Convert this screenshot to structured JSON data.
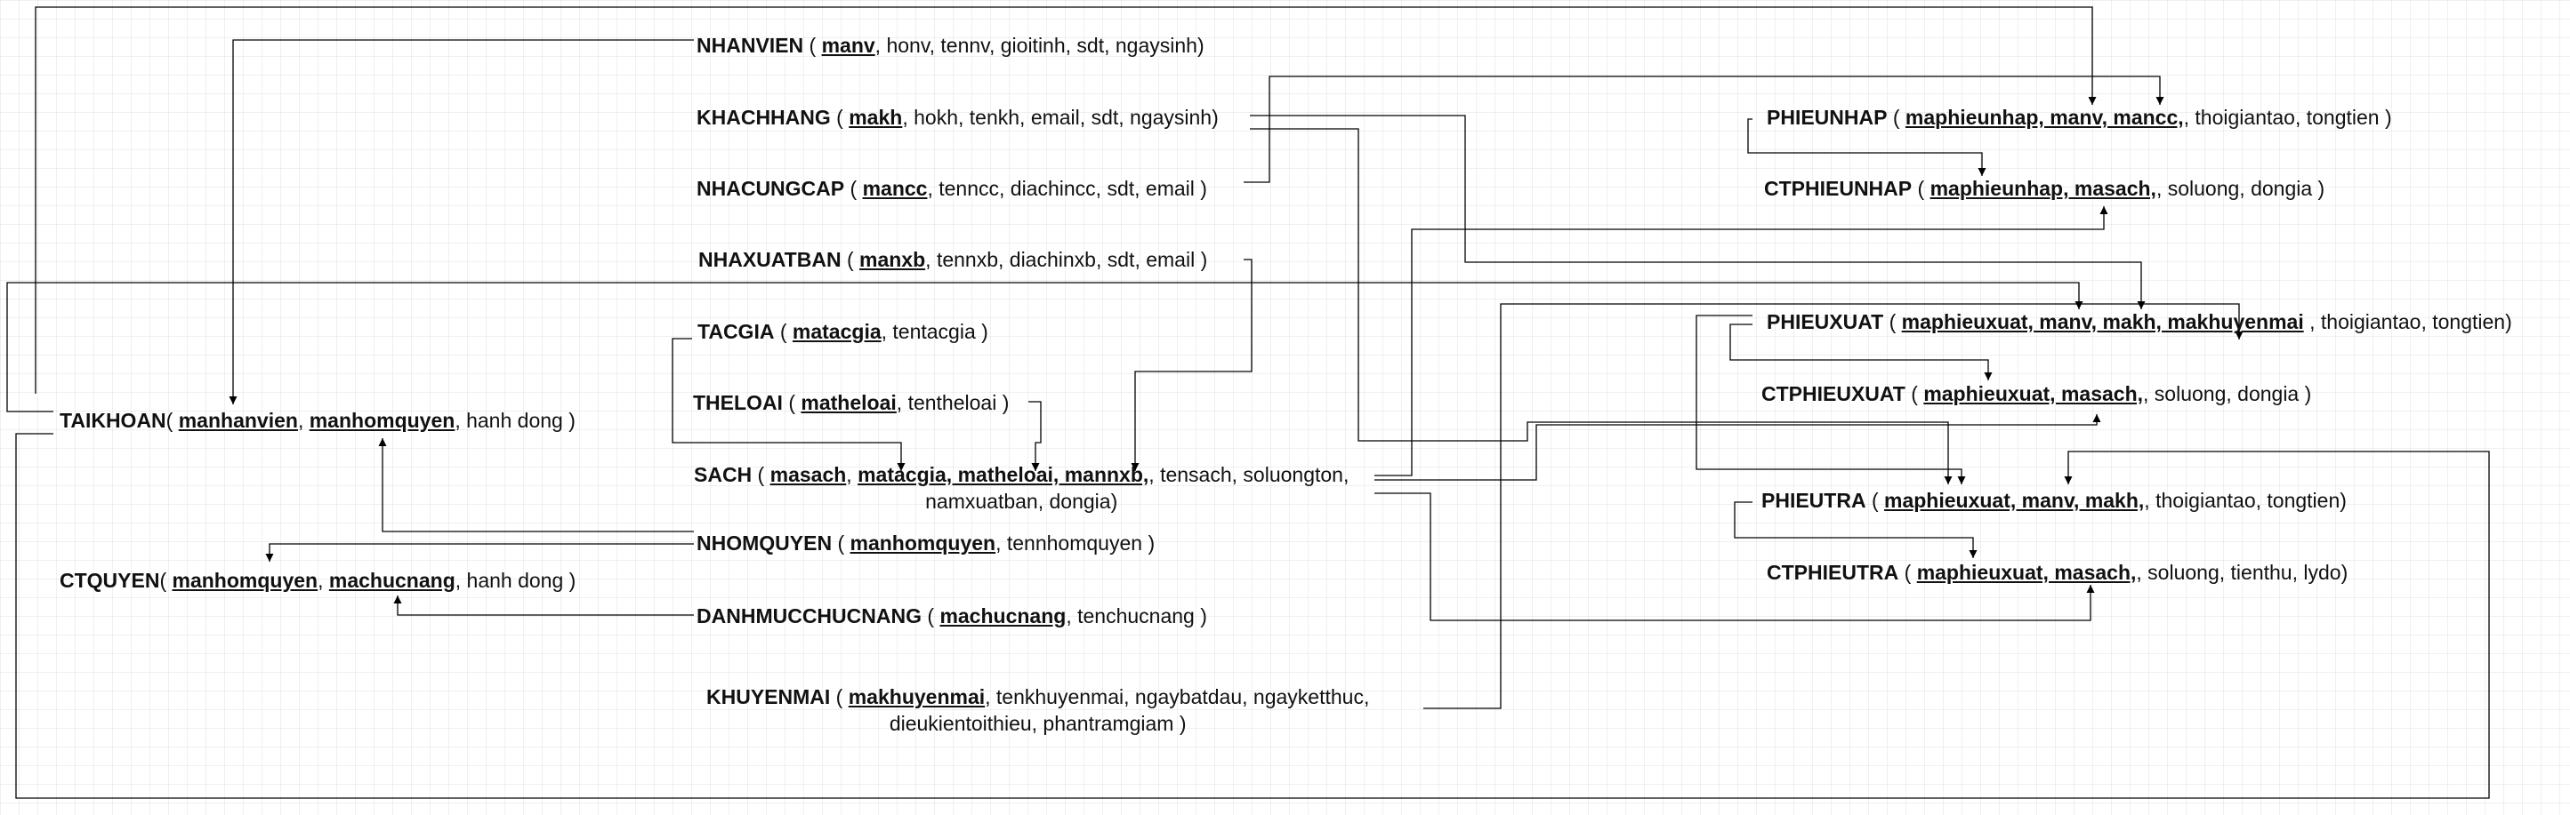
{
  "entities": [
    {
      "id": "nhanvien",
      "name": "NHANVIEN",
      "open": " ( ",
      "keys": [
        "manv"
      ],
      "attrs": [
        "honv",
        "tennv",
        "gioitinh",
        "sdt",
        "ngaysinh"
      ],
      "close": ")"
    },
    {
      "id": "khachhang",
      "name": "KHACHHANG",
      "open": " ( ",
      "keys": [
        "makh"
      ],
      "attrs": [
        "hokh",
        "tenkh",
        "email",
        "sdt",
        "ngaysinh"
      ],
      "close": ")"
    },
    {
      "id": "nhacungcap",
      "name": "NHACUNGCAP",
      "open": " ( ",
      "keys": [
        "mancc"
      ],
      "attrs": [
        "tenncc",
        "diachincc",
        "sdt",
        "email"
      ],
      "close": " )"
    },
    {
      "id": "nhaxuatban",
      "name": "NHAXUATBAN",
      "open": " ( ",
      "keys": [
        "manxb"
      ],
      "attrs": [
        "tennxb",
        "diachinxb",
        "sdt",
        "email"
      ],
      "close": " )"
    },
    {
      "id": "tacgia",
      "name": "TACGIA",
      "open": " ( ",
      "keys": [
        "matacgia"
      ],
      "attrs": [
        "tentacgia"
      ],
      "close": " )"
    },
    {
      "id": "theloai",
      "name": "THELOAI",
      "open": " ( ",
      "keys": [
        "matheloai"
      ],
      "attrs": [
        "tentheloai"
      ],
      "close": " )"
    },
    {
      "id": "sach",
      "name": "SACH",
      "open": " ( ",
      "keys": [
        "masach",
        "matacgia, matheloai, mannxb,"
      ],
      "attrs": [
        "tensach",
        "soluongton,"
      ],
      "line2": "namxuatban, dongia)",
      "close": ""
    },
    {
      "id": "nhomquyen",
      "name": "NHOMQUYEN",
      "open": " ( ",
      "keys": [
        "manhomquyen"
      ],
      "attrs": [
        "tennhomquyen"
      ],
      "close": " )"
    },
    {
      "id": "danhmucchucnang",
      "name": "DANHMUCCHUCNANG",
      "open": " ( ",
      "keys": [
        "machucnang"
      ],
      "attrs": [
        "tenchucnang"
      ],
      "close": " )"
    },
    {
      "id": "khuyenmai",
      "name": "KHUYENMAI",
      "open": " ( ",
      "keys": [
        "makhuyenmai"
      ],
      "attrs": [
        "tenkhuyenmai",
        "ngaybatdau",
        "ngayketthuc,"
      ],
      "line2": "dieukientoithieu, phantramgiam )",
      "close": ""
    },
    {
      "id": "taikhoan",
      "name": "TAIKHOAN",
      "open": "( ",
      "keys": [
        "manhanvien",
        "manhomquyen"
      ],
      "attrs": [
        "hanh dong"
      ],
      "close": " )"
    },
    {
      "id": "ctquyen",
      "name": "CTQUYEN",
      "open": "( ",
      "keys": [
        "manhomquyen",
        "machucnang"
      ],
      "attrs": [
        "hanh dong"
      ],
      "close": " )"
    },
    {
      "id": "phieunhap",
      "name": "PHIEUNHAP",
      "open": " ( ",
      "keys": [
        "maphieunhap, manv, mancc,"
      ],
      "attrs": [
        "thoigiantao",
        "tongtien"
      ],
      "close": " )"
    },
    {
      "id": "ctphieunhap",
      "name": "CTPHIEUNHAP",
      "open": " ( ",
      "keys": [
        "maphieunhap, masach,"
      ],
      "attrs": [
        "soluong",
        "dongia"
      ],
      "close": " )"
    },
    {
      "id": "phieuxuat",
      "name": "PHIEUXUAT",
      "open": " ( ",
      "keys": [
        "maphieuxuat, manv, makh, makhuyenmai"
      ],
      "attrs": [
        " , thoigiantao",
        "tongtien"
      ],
      "close": ")"
    },
    {
      "id": "ctphieuxuat",
      "name": "CTPHIEUXUAT",
      "open": " ( ",
      "keys": [
        "maphieuxuat, masach,"
      ],
      "attrs": [
        "soluong",
        "dongia"
      ],
      "close": " )"
    },
    {
      "id": "phieutra",
      "name": "PHIEUTRA",
      "open": " ( ",
      "keys": [
        "maphieuxuat, manv, makh,"
      ],
      "attrs": [
        "thoigiantao",
        "tongtien"
      ],
      "close": ")"
    },
    {
      "id": "ctphieutra",
      "name": "CTPHIEUTRA",
      "open": " ( ",
      "keys": [
        "maphieuxuat, masach,"
      ],
      "attrs": [
        "soluong",
        "tienthu",
        "lydo"
      ],
      "close": ")"
    }
  ],
  "relationships": [
    {
      "from": "nhanvien",
      "to": "taikhoan"
    },
    {
      "from": "nhanvien",
      "to": "phieunhap"
    },
    {
      "from": "nhacungcap",
      "to": "phieunhap"
    },
    {
      "from": "khachhang",
      "to": "phieuxuat"
    },
    {
      "from": "khachhang",
      "to": "phieutra"
    },
    {
      "from": "phieunhap",
      "to": "ctphieunhap"
    },
    {
      "from": "sach",
      "to": "ctphieunhap"
    },
    {
      "from": "taikhoan",
      "to": "phieuxuat"
    },
    {
      "from": "taikhoan",
      "to": "phieutra"
    },
    {
      "from": "nhaxuatban",
      "to": "sach"
    },
    {
      "from": "tacgia",
      "to": "sach"
    },
    {
      "from": "theloai",
      "to": "sach"
    },
    {
      "from": "sach",
      "to": "ctphieuxuat"
    },
    {
      "from": "sach",
      "to": "ctphieutra"
    },
    {
      "from": "phieuxuat",
      "to": "ctphieuxuat"
    },
    {
      "from": "phieuxuat",
      "to": "phieutra"
    },
    {
      "from": "phieutra",
      "to": "ctphieutra"
    },
    {
      "from": "khuyenmai",
      "to": "phieuxuat"
    },
    {
      "from": "nhomquyen",
      "to": "taikhoan"
    },
    {
      "from": "nhomquyen",
      "to": "ctquyen"
    },
    {
      "from": "danhmucchucnang",
      "to": "ctquyen"
    }
  ]
}
